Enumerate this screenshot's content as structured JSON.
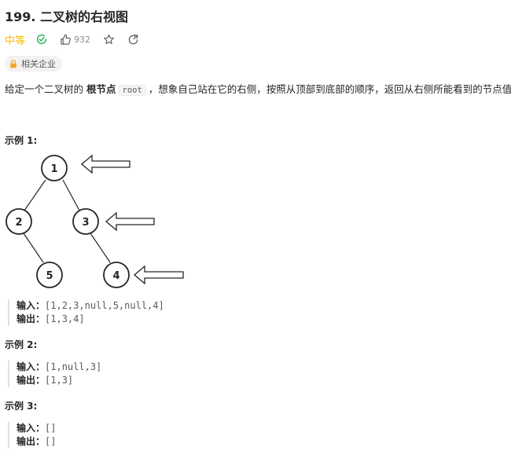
{
  "problem": {
    "title": "199. 二叉树的右视图",
    "difficulty": "中等",
    "like_count": "932",
    "tag_label": "相关企业"
  },
  "description": {
    "prefix": "给定一个二叉树的 ",
    "bold": "根节点",
    "code": "root",
    "suffix": "，想象自己站在它的右侧，按照从顶部到底部的顺序，返回从右侧所能看到的节点值。"
  },
  "tree_nodes": [
    "1",
    "2",
    "3",
    "5",
    "4"
  ],
  "examples": [
    {
      "heading": "示例 1:",
      "input_label": "输入：",
      "input": "[1,2,3,null,5,null,4]",
      "output_label": "输出：",
      "output": "[1,3,4]"
    },
    {
      "heading": "示例 2:",
      "input_label": "输入：",
      "input": "[1,null,3]",
      "output_label": "输出：",
      "output": "[1,3]"
    },
    {
      "heading": "示例 3:",
      "input_label": "输入：",
      "input": "[]",
      "output_label": "输出：",
      "output": "[]"
    }
  ],
  "colors": {
    "difficulty": "#ffb800",
    "solved": "#2db55d",
    "text": "#262626",
    "muted": "#8c8c8c",
    "lock": "#f5a623"
  },
  "icons": {
    "solved": "check-circle-icon",
    "like": "thumbs-up-icon",
    "favorite": "star-icon",
    "share": "share-icon",
    "tag": "lock-icon"
  }
}
